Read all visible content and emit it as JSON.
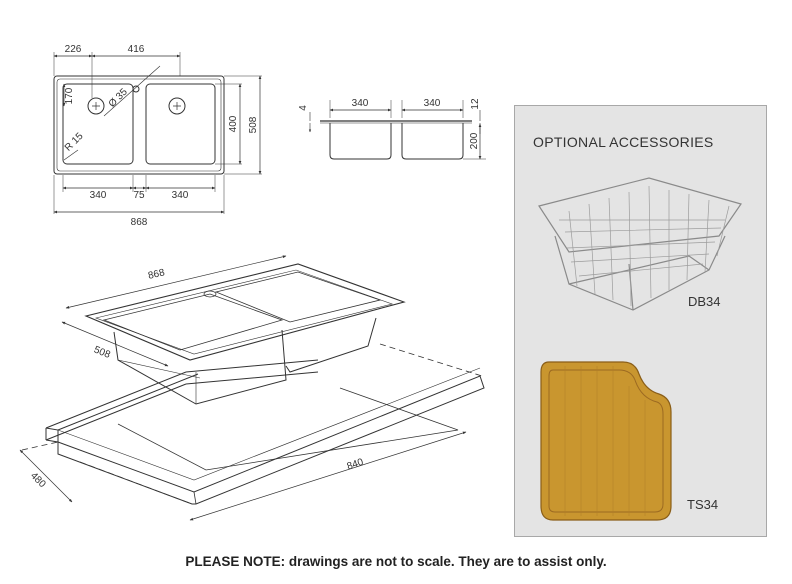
{
  "plan_view": {
    "dim_top_left": "226",
    "dim_top_right": "416",
    "dim_170": "170",
    "dim_diameter": "Ø 35",
    "dim_radius": "R 15",
    "dim_inner_height": "400",
    "dim_outer_height": "508",
    "dim_bowl_left": "340",
    "dim_gap": "75",
    "dim_bowl_right": "340",
    "dim_total_width": "868"
  },
  "section_view": {
    "dim_4": "4",
    "dim_bowl_left": "340",
    "dim_bowl_right": "340",
    "dim_12": "12",
    "dim_depth": "200"
  },
  "iso_view": {
    "dim_length": "868",
    "dim_width": "508",
    "dim_cabinet_depth": "480",
    "dim_cabinet_width": "840"
  },
  "accessories": {
    "title": "OPTIONAL ACCESSORIES",
    "basket_label": "DB34",
    "board_label": "TS34"
  },
  "note": "PLEASE NOTE:  drawings are not to scale.  They are to assist only.",
  "colors": {
    "line": "#333333",
    "panel_bg": "#e4e4e4",
    "wood": "#c9962f"
  }
}
